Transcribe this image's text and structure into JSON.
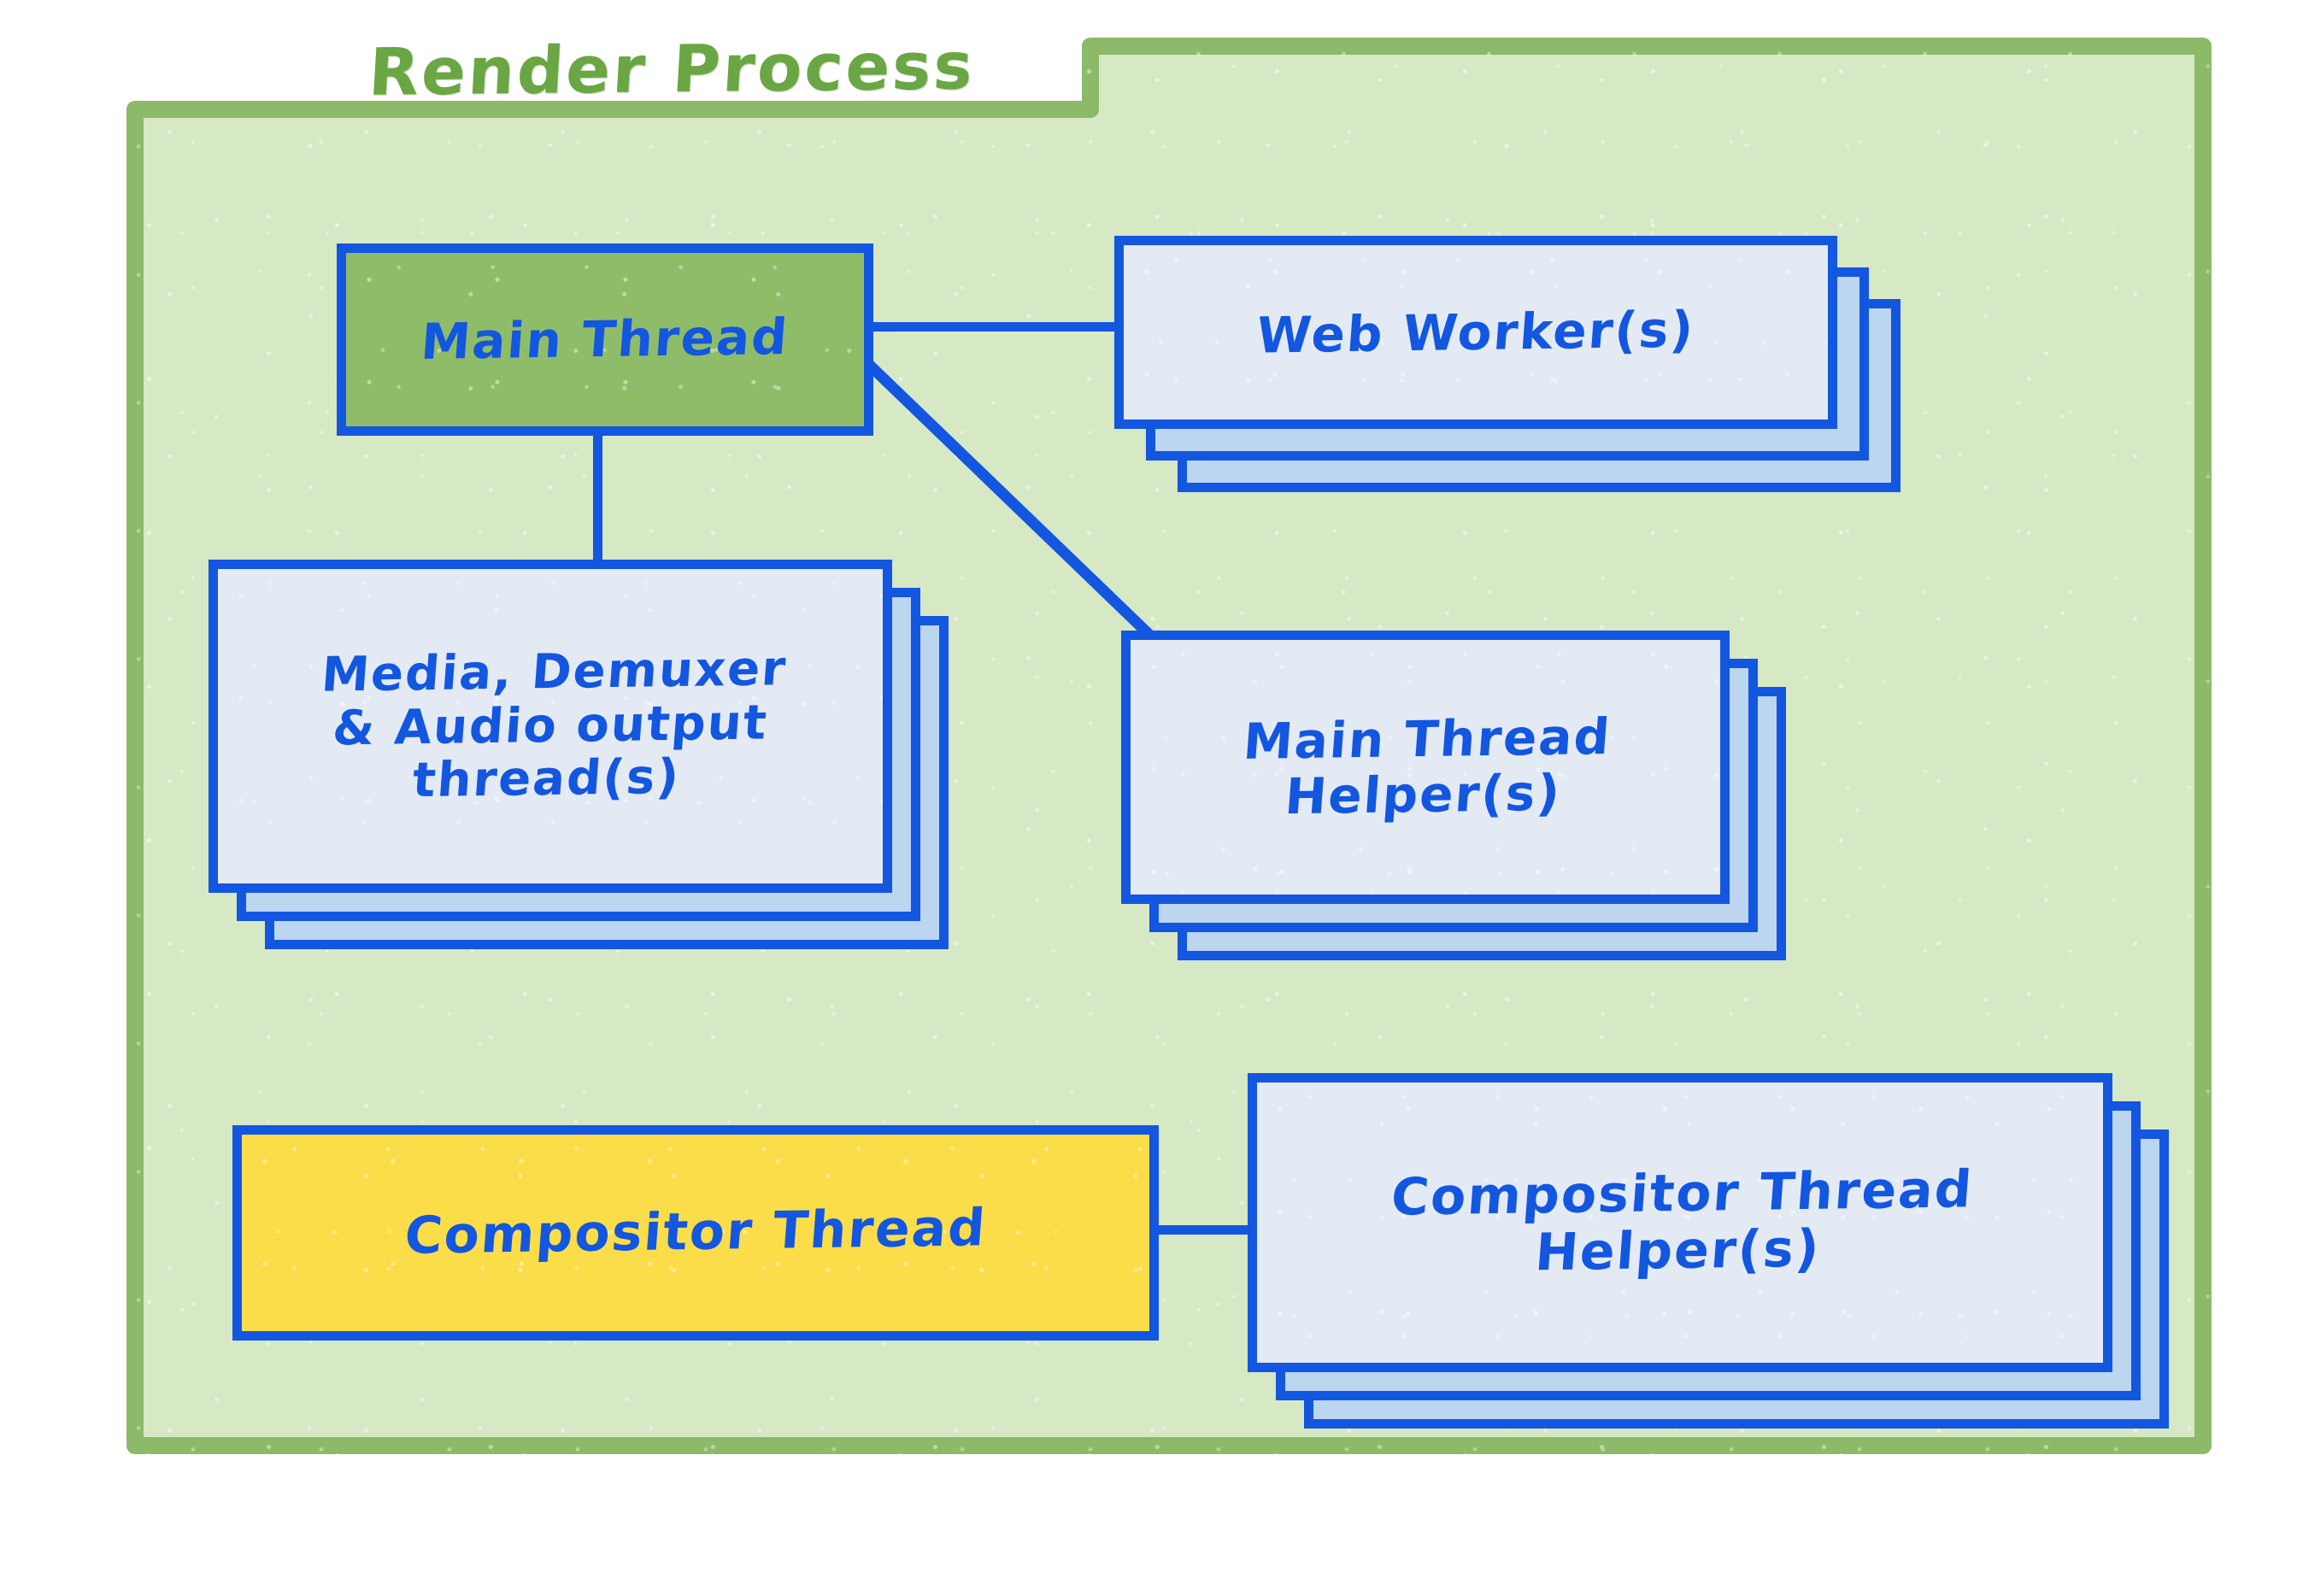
{
  "diagram": {
    "type": "block-diagram",
    "title": "Render Process",
    "colors": {
      "frame_border": "#8cba68",
      "frame_fill": "#d6e8c4",
      "title_text": "#6aa644",
      "node_border": "#1356e0",
      "node_text": "#1356e0",
      "main_thread_fill": "#8fbc68",
      "card_front_fill": "#e3eaf4",
      "card_back_fill": "#bcd6f0",
      "compositor_fill": "#fbdd4a",
      "page_background": "#ffffff"
    },
    "nodes": [
      {
        "id": "main-thread",
        "label": "Main Thread",
        "fill": "#8fbc68",
        "stacked": false
      },
      {
        "id": "web-workers",
        "label": "Web Worker(s)",
        "fill": "#e3eaf4",
        "stacked": true,
        "stack_count": 3
      },
      {
        "id": "media-demuxer-audio",
        "label": "Media, Demuxer\n& Audio output\nthread(s)",
        "fill": "#e3eaf4",
        "stacked": true,
        "stack_count": 3
      },
      {
        "id": "main-thread-helpers",
        "label": "Main Thread\nHelper(s)",
        "fill": "#e3eaf4",
        "stacked": true,
        "stack_count": 3
      },
      {
        "id": "compositor-thread",
        "label": "Compositor Thread",
        "fill": "#fbdd4a",
        "stacked": false
      },
      {
        "id": "compositor-thread-helpers",
        "label": "Compositor Thread\nHelper(s)",
        "fill": "#e3eaf4",
        "stacked": true,
        "stack_count": 3
      }
    ],
    "edges": [
      {
        "id": "edge-main-to-web-workers",
        "from": "main-thread",
        "to": "web-workers",
        "style": "horizontal"
      },
      {
        "id": "edge-main-to-media",
        "from": "main-thread",
        "to": "media-demuxer-audio",
        "style": "vertical"
      },
      {
        "id": "edge-main-to-helpers",
        "from": "main-thread",
        "to": "main-thread-helpers",
        "style": "diagonal"
      },
      {
        "id": "edge-compositor-to-helpers",
        "from": "compositor-thread",
        "to": "compositor-thread-helpers",
        "style": "horizontal"
      }
    ]
  }
}
